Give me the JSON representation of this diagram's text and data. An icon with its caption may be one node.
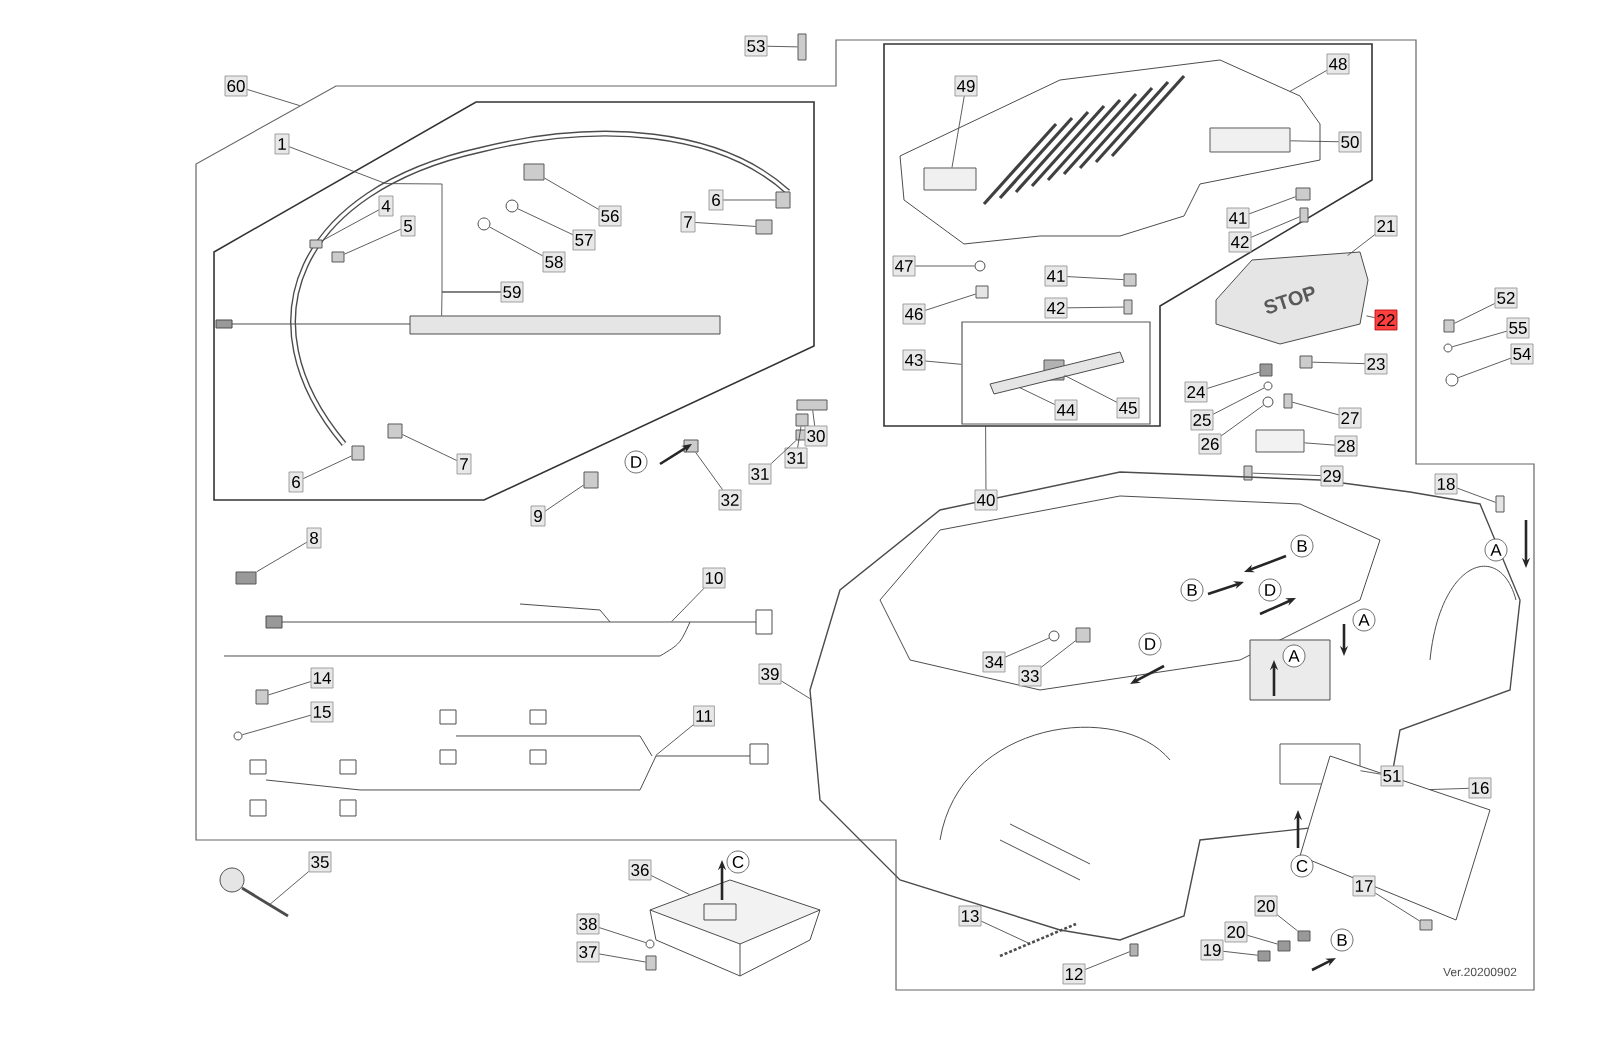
{
  "diagram": {
    "nodes": [
      {
        "text": [
          "53"
        ]
      },
      {
        "text": [
          "60"
        ]
      },
      {
        "text": [
          "49"
        ],
        "in": 67
      },
      {
        "text": [
          "48"
        ],
        "in": 67
      },
      {
        "text": [
          "50"
        ],
        "in": 67
      },
      {
        "text": [
          "1"
        ],
        "in": 65
      },
      {
        "text": [
          "4"
        ],
        "in": 73
      },
      {
        "text": [
          "5"
        ],
        "in": 73
      },
      {
        "text": [
          "6"
        ],
        "in": 73
      },
      {
        "text": [
          "7"
        ],
        "in": 73
      },
      {
        "text": [
          "56"
        ],
        "in": 73
      },
      {
        "text": [
          "57"
        ],
        "in": 73
      },
      {
        "text": [
          "58"
        ],
        "in": 73
      },
      {
        "text": [
          "41"
        ],
        "in": 67
      },
      {
        "text": [
          "42"
        ],
        "in": 67
      },
      {
        "text": [
          "21"
        ],
        "in": 65
      },
      {
        "text": [
          "47"
        ],
        "in": 67
      },
      {
        "text": [
          "41"
        ],
        "in": 67
      },
      {
        "text": [
          "42"
        ],
        "in": 67
      },
      {
        "text": [
          "59"
        ],
        "in": 73
      },
      {
        "text": [
          "52"
        ]
      },
      {
        "text": [
          "22"
        ],
        "in": 65
      },
      {
        "text": [
          "46"
        ],
        "in": 67
      },
      {
        "text": [
          "55"
        ]
      },
      {
        "text": [
          "54"
        ]
      },
      {
        "text": [
          "43"
        ],
        "in": 67
      },
      {
        "text": [
          "23"
        ],
        "in": 65
      },
      {
        "text": [
          "24"
        ],
        "in": 65
      },
      {
        "text": [
          "45"
        ],
        "in": 68
      },
      {
        "text": [
          "44"
        ],
        "in": 68
      },
      {
        "text": [
          "25"
        ],
        "in": 65
      },
      {
        "text": [
          "27"
        ],
        "in": 65
      },
      {
        "text": [
          "30"
        ],
        "in": 65
      },
      {
        "text": [
          "26"
        ],
        "in": 65
      },
      {
        "text": [
          "28"
        ],
        "in": 65
      },
      {
        "text": [
          "31"
        ],
        "in": 65
      },
      {
        "text": [
          "7"
        ],
        "in": 66
      },
      {
        "text": [
          "31"
        ],
        "in": 65
      },
      {
        "text": [
          "29"
        ],
        "in": 65
      },
      {
        "text": [
          "6"
        ],
        "in": 66
      },
      {
        "text": [
          "18"
        ],
        "in": 65
      },
      {
        "text": [
          "40"
        ],
        "in": 65
      },
      {
        "text": [
          "32"
        ],
        "in": 65
      },
      {
        "text": [
          "9"
        ],
        "in": 65
      },
      {
        "text": [
          "8"
        ],
        "in": 65
      },
      {
        "text": [
          "10"
        ],
        "in": 65
      },
      {
        "text": [
          "34"
        ],
        "in": 111
      },
      {
        "text": [
          "39"
        ],
        "in": 65
      },
      {
        "text": [
          "33"
        ],
        "in": 111
      },
      {
        "text": [
          "14"
        ],
        "in": 65
      },
      {
        "text": [
          "11"
        ],
        "in": 65
      },
      {
        "text": [
          "15"
        ],
        "in": 65
      },
      {
        "text": [
          "51"
        ],
        "in": 65
      },
      {
        "text": [
          "16"
        ],
        "in": 65
      },
      {
        "text": [
          "35"
        ]
      },
      {
        "text": [
          "36"
        ]
      },
      {
        "text": [
          "17"
        ],
        "in": 65
      },
      {
        "text": [
          "20"
        ],
        "in": 65
      },
      {
        "text": [
          "13"
        ],
        "in": 65
      },
      {
        "text": [
          "38"
        ]
      },
      {
        "text": [
          "20"
        ],
        "in": 65
      },
      {
        "text": [
          "19"
        ],
        "in": 65
      },
      {
        "text": [
          "37"
        ]
      },
      {
        "text": [
          "12"
        ],
        "in": 65
      },
      {
        "text": [
          "STOP"
        ],
        "in": 65
      },
      {
        "text": [],
        "shape": "box"
      },
      {
        "text": [],
        "shape": "box",
        "in": 65
      },
      {
        "text": [],
        "shape": "box",
        "in": 65
      },
      {
        "text": [],
        "shape": "box",
        "in": 67
      },
      {
        "text": [],
        "shape": "box"
      },
      {
        "text": [],
        "shape": "box",
        "in": 71
      },
      {
        "text": [],
        "shape": "picture",
        "in": 67
      },
      {
        "text": [],
        "shape": "box",
        "in": 71
      },
      {
        "text": [],
        "shape": "picture",
        "in": 66
      },
      {
        "text": [],
        "shape": "box",
        "in": 73
      },
      {
        "text": [],
        "shape": "box",
        "in": 73
      },
      {
        "text": [],
        "shape": "box",
        "in": 73
      },
      {
        "text": [],
        "shape": "box",
        "in": 73
      },
      {
        "text": [],
        "shape": "box",
        "in": 73
      },
      {
        "text": [],
        "shape": "circle",
        "in": 73
      },
      {
        "text": [],
        "shape": "circle",
        "in": 73
      },
      {
        "text": [],
        "shape": "box",
        "in": 71
      },
      {
        "text": [],
        "shape": "box",
        "in": 71
      },
      {
        "text": [],
        "shape": "circle",
        "in": 67
      },
      {
        "text": [],
        "shape": "box",
        "in": 67
      },
      {
        "text": [],
        "shape": "box",
        "in": 67
      },
      {
        "text": [],
        "shape": "box",
        "in": 73
      },
      {
        "text": [],
        "shape": "box"
      },
      {
        "text": [],
        "shape": "box",
        "in": 67
      },
      {
        "text": [],
        "shape": "circle"
      },
      {
        "text": [],
        "shape": "circle"
      },
      {
        "text": [],
        "shape": "box",
        "in": 65
      },
      {
        "text": [],
        "shape": "box",
        "in": 65
      },
      {
        "text": [],
        "shape": "box",
        "in": 94
      },
      {
        "text": [],
        "shape": "picture",
        "in": 68
      },
      {
        "text": [],
        "shape": "circle",
        "in": 65
      },
      {
        "text": [],
        "shape": "box",
        "in": 65
      },
      {
        "text": [],
        "shape": "box",
        "in": 65
      },
      {
        "text": [],
        "shape": "circle",
        "in": 65
      },
      {
        "text": [],
        "shape": "box",
        "in": 65
      },
      {
        "text": [],
        "shape": "box",
        "in": 65
      },
      {
        "text": [],
        "shape": "box",
        "in": 73
      },
      {
        "text": [],
        "shape": "box",
        "in": 65
      },
      {
        "text": [],
        "shape": "box",
        "in": 65
      },
      {
        "text": [],
        "shape": "box",
        "in": 66
      },
      {
        "text": [],
        "shape": "box",
        "in": 65
      },
      {
        "text": [],
        "shape": "box",
        "in": 65
      },
      {
        "text": [],
        "shape": "box",
        "in": 65
      },
      {
        "text": [],
        "shape": "box",
        "in": 65
      },
      {
        "text": [],
        "shape": "picture",
        "in": 65
      },
      {
        "text": [],
        "shape": "circle",
        "in": 111
      },
      {
        "text": [],
        "shape": "picture",
        "in": 65
      },
      {
        "text": [],
        "shape": "box",
        "in": 111
      },
      {
        "text": [],
        "shape": "box",
        "in": 65
      },
      {
        "text": [],
        "shape": "picture",
        "in": 65
      },
      {
        "text": [],
        "shape": "circle",
        "in": 65
      },
      {
        "text": [],
        "shape": "box",
        "in": 111
      },
      {
        "text": [],
        "shape": "picture",
        "in": 65
      },
      {
        "text": [],
        "shape": "picture"
      },
      {
        "text": [],
        "shape": "picture"
      },
      {
        "text": [],
        "shape": "box",
        "in": 65
      },
      {
        "text": [],
        "shape": "box",
        "in": 65
      },
      {
        "text": [],
        "shape": "picture",
        "in": 65
      },
      {
        "text": [],
        "shape": "circle",
        "in": 119
      },
      {
        "text": [],
        "shape": "box",
        "in": 65
      },
      {
        "text": [],
        "shape": "box",
        "in": 65
      },
      {
        "text": [],
        "shape": "box"
      },
      {
        "text": [],
        "shape": "box",
        "in": 65
      }
    ],
    "edges": [
      {
        "from": 0,
        "to": 69,
        "arrow": "none"
      },
      {
        "from": 1,
        "to": 65,
        "arrow": "none"
      },
      {
        "from": 2,
        "to": 70,
        "arrow": "none"
      },
      {
        "from": 3,
        "to": 71,
        "arrow": "none"
      },
      {
        "from": 4,
        "to": 72,
        "arrow": "none"
      },
      {
        "from": 5,
        "to": 73,
        "arrow": "none"
      },
      {
        "from": 6,
        "to": 74,
        "arrow": "none"
      },
      {
        "from": 7,
        "to": 75,
        "arrow": "none"
      },
      {
        "from": 8,
        "to": 76,
        "arrow": "none"
      },
      {
        "from": 9,
        "to": 77,
        "arrow": "none"
      },
      {
        "from": 10,
        "to": 78,
        "arrow": "none"
      },
      {
        "from": 11,
        "to": 79,
        "arrow": "none"
      },
      {
        "from": 12,
        "to": 80,
        "arrow": "none"
      },
      {
        "from": 13,
        "to": 81,
        "arrow": "none"
      },
      {
        "from": 14,
        "to": 82,
        "arrow": "none"
      },
      {
        "from": 15,
        "to": 64,
        "arrow": "none"
      },
      {
        "from": 16,
        "to": 83,
        "arrow": "none"
      },
      {
        "from": 17,
        "to": 84,
        "arrow": "none"
      },
      {
        "from": 18,
        "to": 85,
        "arrow": "none"
      },
      {
        "from": 19,
        "to": 86,
        "arrow": "none"
      },
      {
        "from": 20,
        "to": 87,
        "arrow": "none"
      },
      {
        "from": 21,
        "to": 64,
        "arrow": "none"
      },
      {
        "from": 22,
        "to": 88,
        "arrow": "none"
      },
      {
        "from": 23,
        "to": 89,
        "arrow": "none"
      },
      {
        "from": 24,
        "to": 90,
        "arrow": "none"
      },
      {
        "from": 25,
        "to": 68,
        "arrow": "none"
      },
      {
        "from": 26,
        "to": 91,
        "arrow": "none"
      },
      {
        "from": 27,
        "to": 92,
        "arrow": "none"
      },
      {
        "from": 28,
        "to": 93,
        "arrow": "none"
      },
      {
        "from": 29,
        "to": 94,
        "arrow": "none"
      },
      {
        "from": 30,
        "to": 95,
        "arrow": "none"
      },
      {
        "from": 31,
        "to": 96,
        "arrow": "none"
      },
      {
        "from": 32,
        "to": 97,
        "arrow": "none"
      },
      {
        "from": 33,
        "to": 98,
        "arrow": "none"
      },
      {
        "from": 34,
        "to": 99,
        "arrow": "none"
      },
      {
        "from": 35,
        "to": 100,
        "arrow": "none"
      },
      {
        "from": 36,
        "to": 101,
        "arrow": "none"
      },
      {
        "from": 37,
        "to": 102,
        "arrow": "none"
      },
      {
        "from": 38,
        "to": 103,
        "arrow": "none"
      },
      {
        "from": 39,
        "to": 104,
        "arrow": "none"
      },
      {
        "from": 40,
        "to": 105,
        "arrow": "none"
      },
      {
        "from": 41,
        "to": 67,
        "arrow": "none"
      },
      {
        "from": 42,
        "to": 106,
        "arrow": "none"
      },
      {
        "from": 43,
        "to": 107,
        "arrow": "none"
      },
      {
        "from": 44,
        "to": 108,
        "arrow": "none"
      },
      {
        "from": 45,
        "to": 109,
        "arrow": "none"
      },
      {
        "from": 46,
        "to": 110,
        "arrow": "none"
      },
      {
        "from": 47,
        "to": 111,
        "arrow": "none"
      },
      {
        "from": 48,
        "to": 112,
        "arrow": "none"
      },
      {
        "from": 49,
        "to": 113,
        "arrow": "none"
      },
      {
        "from": 50,
        "to": 114,
        "arrow": "none"
      },
      {
        "from": 51,
        "to": 115,
        "arrow": "none"
      },
      {
        "from": 52,
        "to": 116,
        "arrow": "none"
      },
      {
        "from": 53,
        "to": 117,
        "arrow": "none"
      },
      {
        "from": 54,
        "to": 118,
        "arrow": "none"
      },
      {
        "from": 55,
        "to": 119,
        "arrow": "none"
      },
      {
        "from": 56,
        "to": 120,
        "arrow": "none"
      },
      {
        "from": 57,
        "to": 121,
        "arrow": "none"
      },
      {
        "from": 58,
        "to": 122,
        "arrow": "none"
      },
      {
        "from": 59,
        "to": 123,
        "arrow": "none"
      },
      {
        "from": 60,
        "to": 124,
        "arrow": "none"
      },
      {
        "from": 61,
        "to": 125,
        "arrow": "none"
      },
      {
        "from": 62,
        "to": 126,
        "arrow": "none"
      },
      {
        "from": 63,
        "to": 127,
        "arrow": "none"
      },
      {
        "from": 19,
        "to": 73,
        "arrow": "none"
      }
    ],
    "labels": [
      "D",
      "B",
      "A",
      "B",
      "D",
      "A",
      "D",
      "A",
      "C",
      "C",
      "B",
      "Ver.20200902"
    ]
  }
}
